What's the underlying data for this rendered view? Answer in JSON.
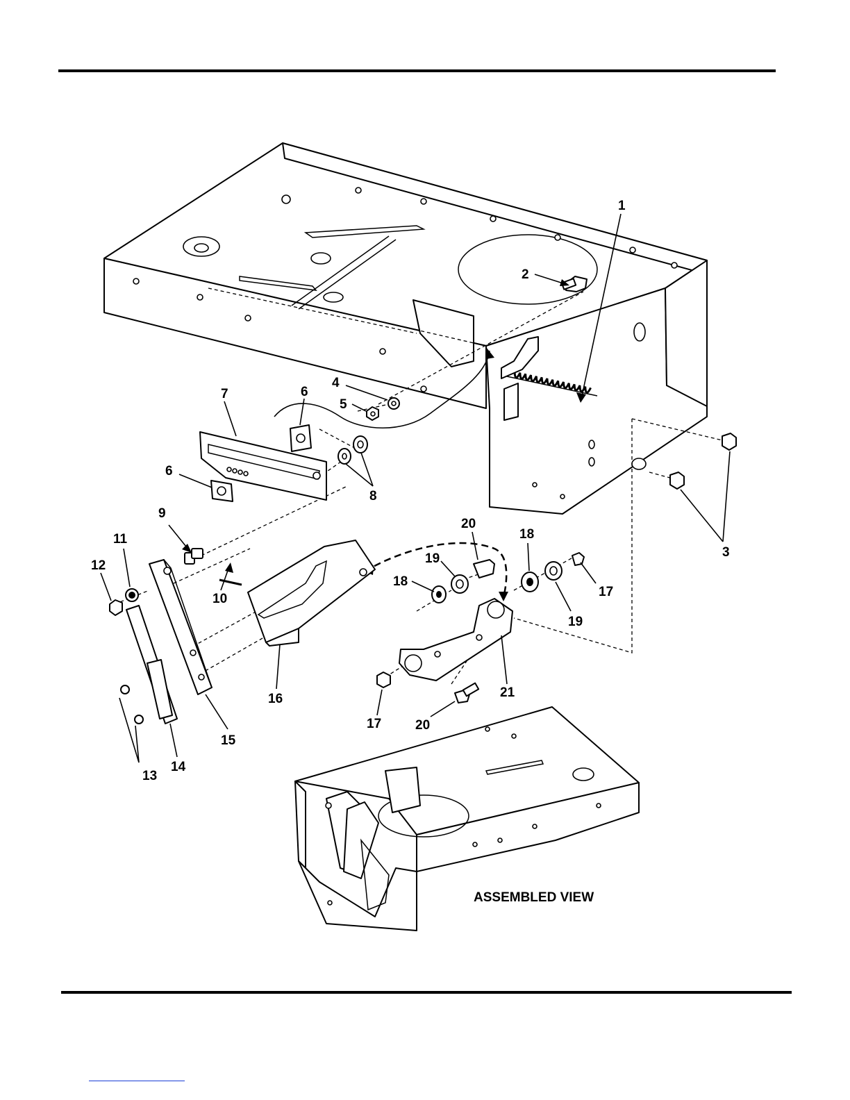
{
  "figure": {
    "callouts": [
      "1",
      "2",
      "3",
      "4",
      "5",
      "6",
      "6",
      "7",
      "8",
      "9",
      "10",
      "11",
      "12",
      "13",
      "14",
      "15",
      "16",
      "17",
      "17",
      "18",
      "18",
      "19",
      "19",
      "20",
      "20",
      "21"
    ],
    "assembled_caption": "ASSEMBLED VIEW"
  }
}
